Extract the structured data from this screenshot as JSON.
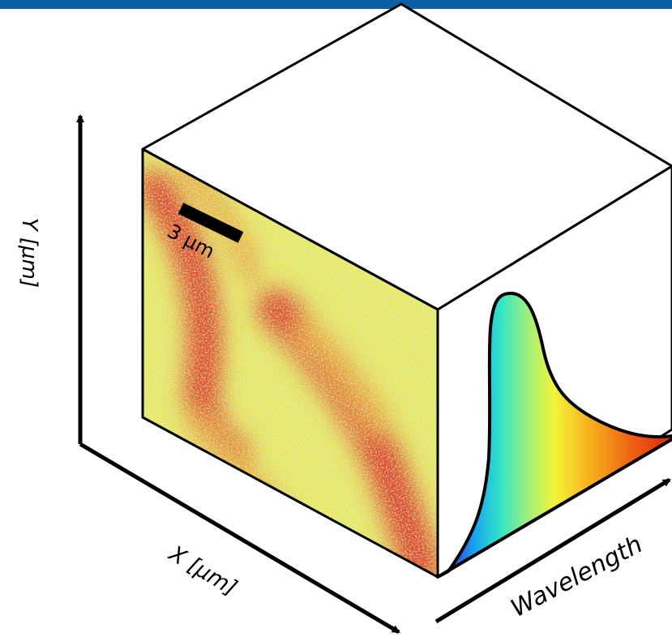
{
  "header_bar_color": "#0b5fa5",
  "labels": {
    "y_axis": "Y [μm]",
    "x_axis": "X [μm]",
    "wavelength_axis": "Wavelength",
    "scale_bar": "3 μm"
  },
  "colormap": [
    "#2a4fd8",
    "#19a8ee",
    "#37e6c6",
    "#9ff07a",
    "#f4f43a",
    "#f6b21e",
    "#ee5f12",
    "#e0260c"
  ],
  "image_colors": {
    "cyan_speckle": "#8fe3bd",
    "yellow_bg": "#efe85a",
    "orange": "#f0a030",
    "red": "#e23a1a"
  }
}
